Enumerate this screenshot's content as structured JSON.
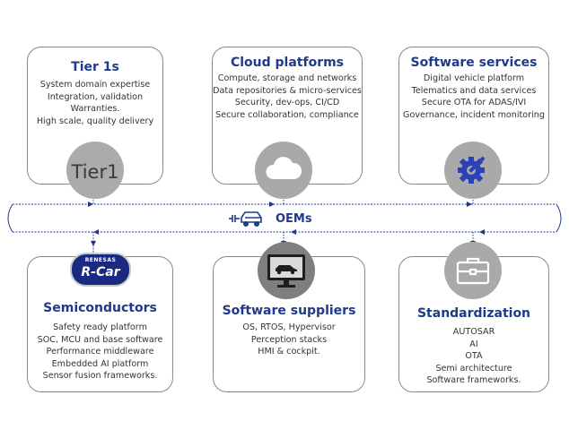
{
  "cards": {
    "tier1": {
      "title": "Tier 1s",
      "lines": [
        "System domain expertise",
        "Integration, validation",
        "Warranties.",
        "High scale, quality delivery"
      ],
      "icon": "tier1-logo-icon",
      "icon_text": "Tier1"
    },
    "cloud": {
      "title": "Cloud platforms",
      "lines": [
        "Compute, storage and networks",
        "Data repositories & micro-services",
        "Security, dev-ops, CI/CD",
        "Secure collaboration, compliance"
      ],
      "icon": "cloud-icon"
    },
    "software_services": {
      "title": "Software services",
      "lines": [
        "Digital vehicle platform",
        "Telematics and data services",
        "Secure OTA for ADAS/IVI",
        "Governance, incident monitoring"
      ],
      "icon": "gear-wrench-icon"
    },
    "semiconductors": {
      "title": "Semiconductors",
      "lines": [
        "Safety ready platform",
        "SOC, MCU and base software",
        "Performance middleware",
        "Embedded AI platform",
        "Sensor fusion frameworks."
      ],
      "icon": "renesas-rcar-logo",
      "logo_top": "RENESAS",
      "logo_bottom": "R-Car"
    },
    "software_suppliers": {
      "title": "Software suppliers",
      "lines": [
        "OS, RTOS, Hypervisor",
        "Perception stacks",
        "HMI & cockpit."
      ],
      "icon": "monitor-car-icon"
    },
    "standardization": {
      "title": "Standardization",
      "lines": [
        "AUTOSAR",
        "AI",
        "OTA",
        "Semi architecture",
        "Software frameworks."
      ],
      "icon": "briefcase-icon"
    }
  },
  "center": {
    "label": "OEMs",
    "icon": "electric-car-plug-icon"
  },
  "colors": {
    "title": "#1f3a8a",
    "connector": "#1f3a8a",
    "icon_disc": "#a9a9a9",
    "icon_disc_dark": "#7f7f7f",
    "card_border": "#8a8a8a",
    "gear_blue": "#2a41b8"
  }
}
